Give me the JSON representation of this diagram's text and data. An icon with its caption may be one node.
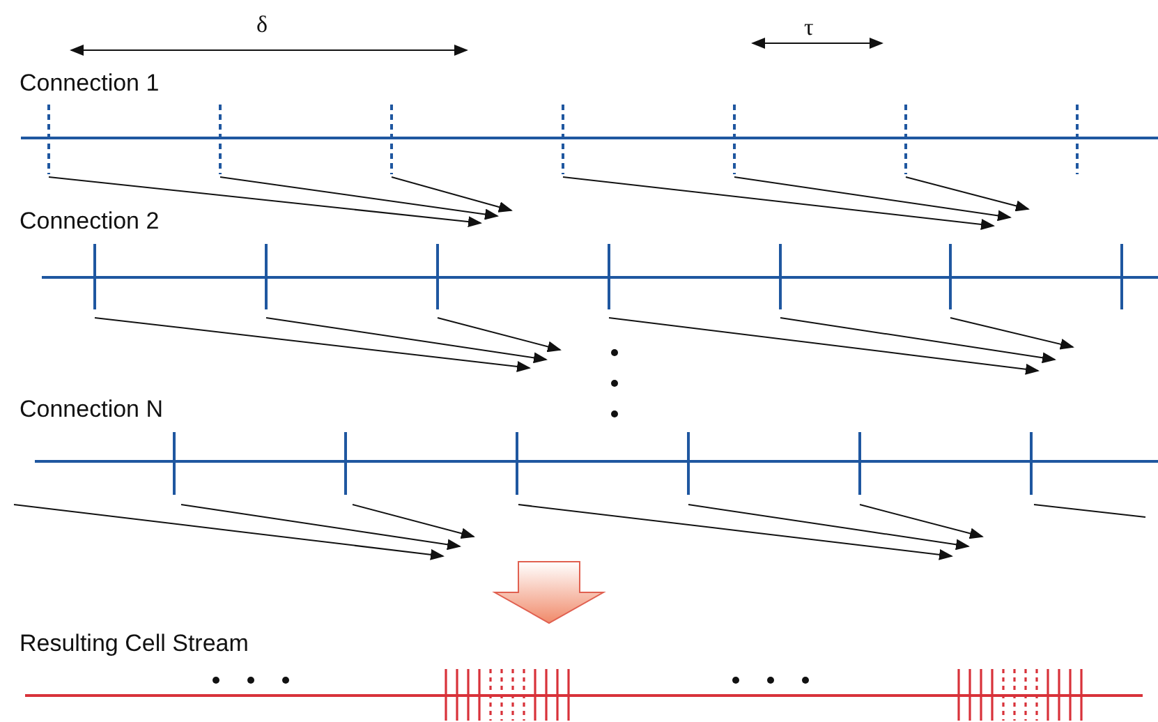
{
  "diagram": {
    "labels": [
      "δ",
      "τ",
      "Connection 1",
      "Connection 2",
      "Connection N",
      "Resulting Cell Stream"
    ]
  }
}
